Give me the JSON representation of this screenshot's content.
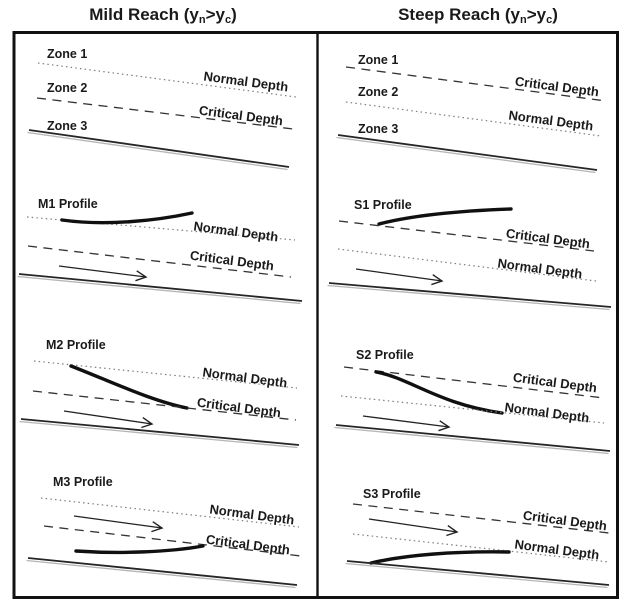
{
  "colors": {
    "ink": "#1a1a1a",
    "border": "#111111",
    "profile_stroke": "#101010",
    "dotted_line": "#7d7d7d",
    "dashed_line": "#343434",
    "bed_line": "#262626",
    "bed_shadow": "#b5b5b5",
    "background": "#ffffff"
  },
  "left_panel": {
    "title": {
      "p1": "Mild Reach (y",
      "sub_n": "n",
      "p2": ">y",
      "sub_c": "c",
      "p3": ")"
    },
    "zone1": "Zone 1",
    "zone2": "Zone 2",
    "zone3": "Zone 3",
    "m1_label": "M1 Profile",
    "m2_label": "M2 Profile",
    "m3_label": "M3 Profile"
  },
  "right_panel": {
    "title": {
      "p1": "Steep Reach (y",
      "sub_n": "n",
      "p2": ">y",
      "sub_c": "c",
      "p3": ")"
    },
    "zone1": "Zone 1",
    "zone2": "Zone 2",
    "zone3": "Zone 3",
    "s1_label": "S1 Profile",
    "s2_label": "S2 Profile",
    "s3_label": "S3 Profile"
  },
  "labels": {
    "normal_depth": "Normal Depth",
    "critical_depth": "Critical Depth"
  }
}
